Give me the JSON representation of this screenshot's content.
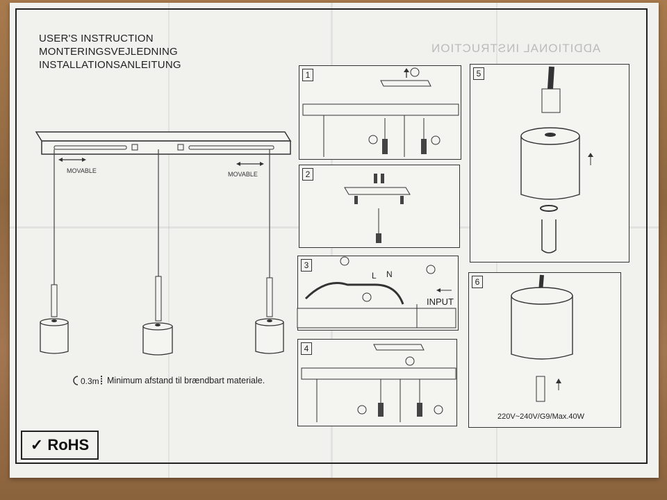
{
  "heading": {
    "line1": "USER'S INSTRUCTION",
    "line2": "MONTERINGSVEJLEDNING",
    "line3": "INSTALLATIONSANLEITUNG",
    "mirrored": "ADDITIONAL INSTRUCTION"
  },
  "main_diagram": {
    "movable_left": "MOVABLE",
    "movable_right": "MOVABLE"
  },
  "note": {
    "distance": "0.3m",
    "text": "Minimum afstand til brændbart materiale."
  },
  "rohs": "RoHS",
  "steps": [
    {
      "number": "1"
    },
    {
      "number": "2"
    },
    {
      "number": "3",
      "labels": {
        "l": "L",
        "n": "N",
        "input": "INPUT"
      }
    },
    {
      "number": "4"
    },
    {
      "number": "5"
    },
    {
      "number": "6",
      "spec": "220V~240V/G9/Max.40W"
    }
  ]
}
